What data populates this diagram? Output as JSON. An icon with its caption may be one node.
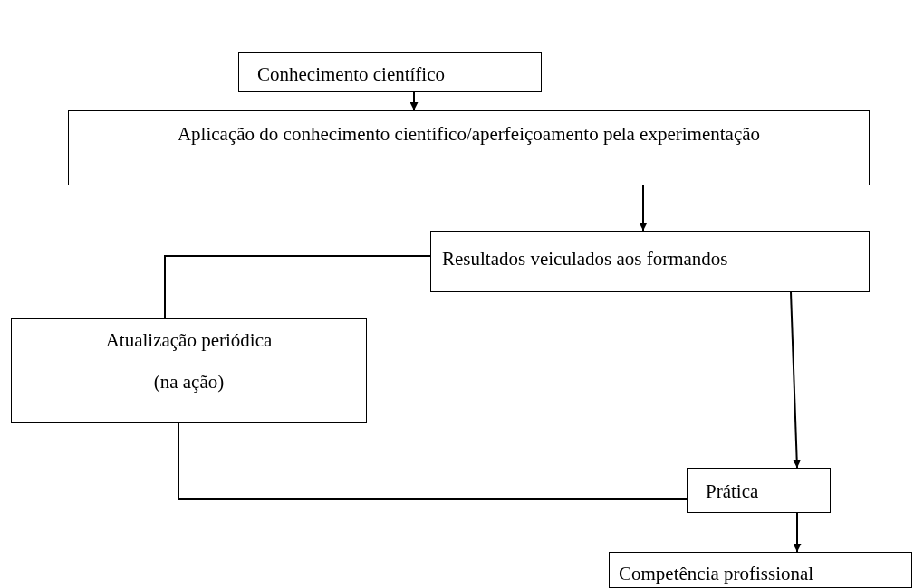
{
  "diagram": {
    "nodes": [
      {
        "text": [
          "Conhecimento científico"
        ]
      },
      {
        "text": [
          "Aplicação do conhecimento científico/aperfeiçoamento pela experimentação"
        ]
      },
      {
        "text": [
          "Resultados veiculados aos formandos"
        ]
      },
      {
        "text": [
          "Atualização periódica",
          "(na ação)"
        ]
      },
      {
        "text": [
          "Prática"
        ]
      },
      {
        "text": [
          "Competência profissional"
        ]
      }
    ],
    "edges": [
      {
        "from": 0,
        "to": 1,
        "arrow": "to"
      },
      {
        "from": 1,
        "to": 2,
        "arrow": "to"
      },
      {
        "from": 2,
        "to": 3,
        "arrow": "none"
      },
      {
        "from": 2,
        "to": 4,
        "arrow": "to"
      },
      {
        "from": 3,
        "to": 4,
        "arrow": "none"
      },
      {
        "from": 4,
        "to": 5,
        "arrow": "to"
      }
    ]
  }
}
